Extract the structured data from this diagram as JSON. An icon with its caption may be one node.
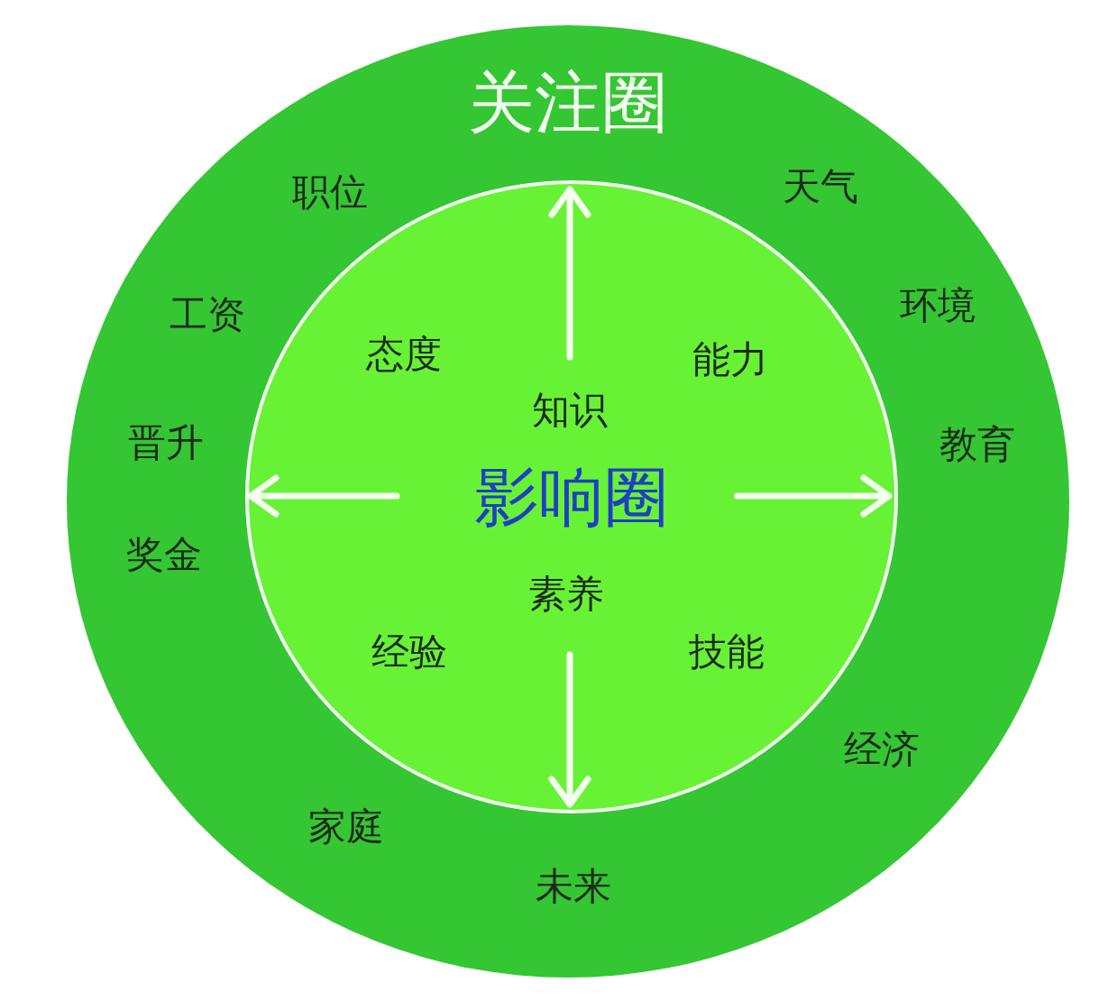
{
  "diagram": {
    "nodes": [
      {
        "text": [
          "关注圈"
        ]
      },
      {
        "text": [
          "影响圈"
        ],
        "in": 0
      }
    ],
    "labels": [
      "职位",
      "天气",
      "工资",
      "环境",
      "态度",
      "能力",
      "知识",
      "晋升",
      "教育",
      "奖金",
      "素养",
      "经验",
      "技能",
      "经济",
      "家庭",
      "未来"
    ]
  }
}
